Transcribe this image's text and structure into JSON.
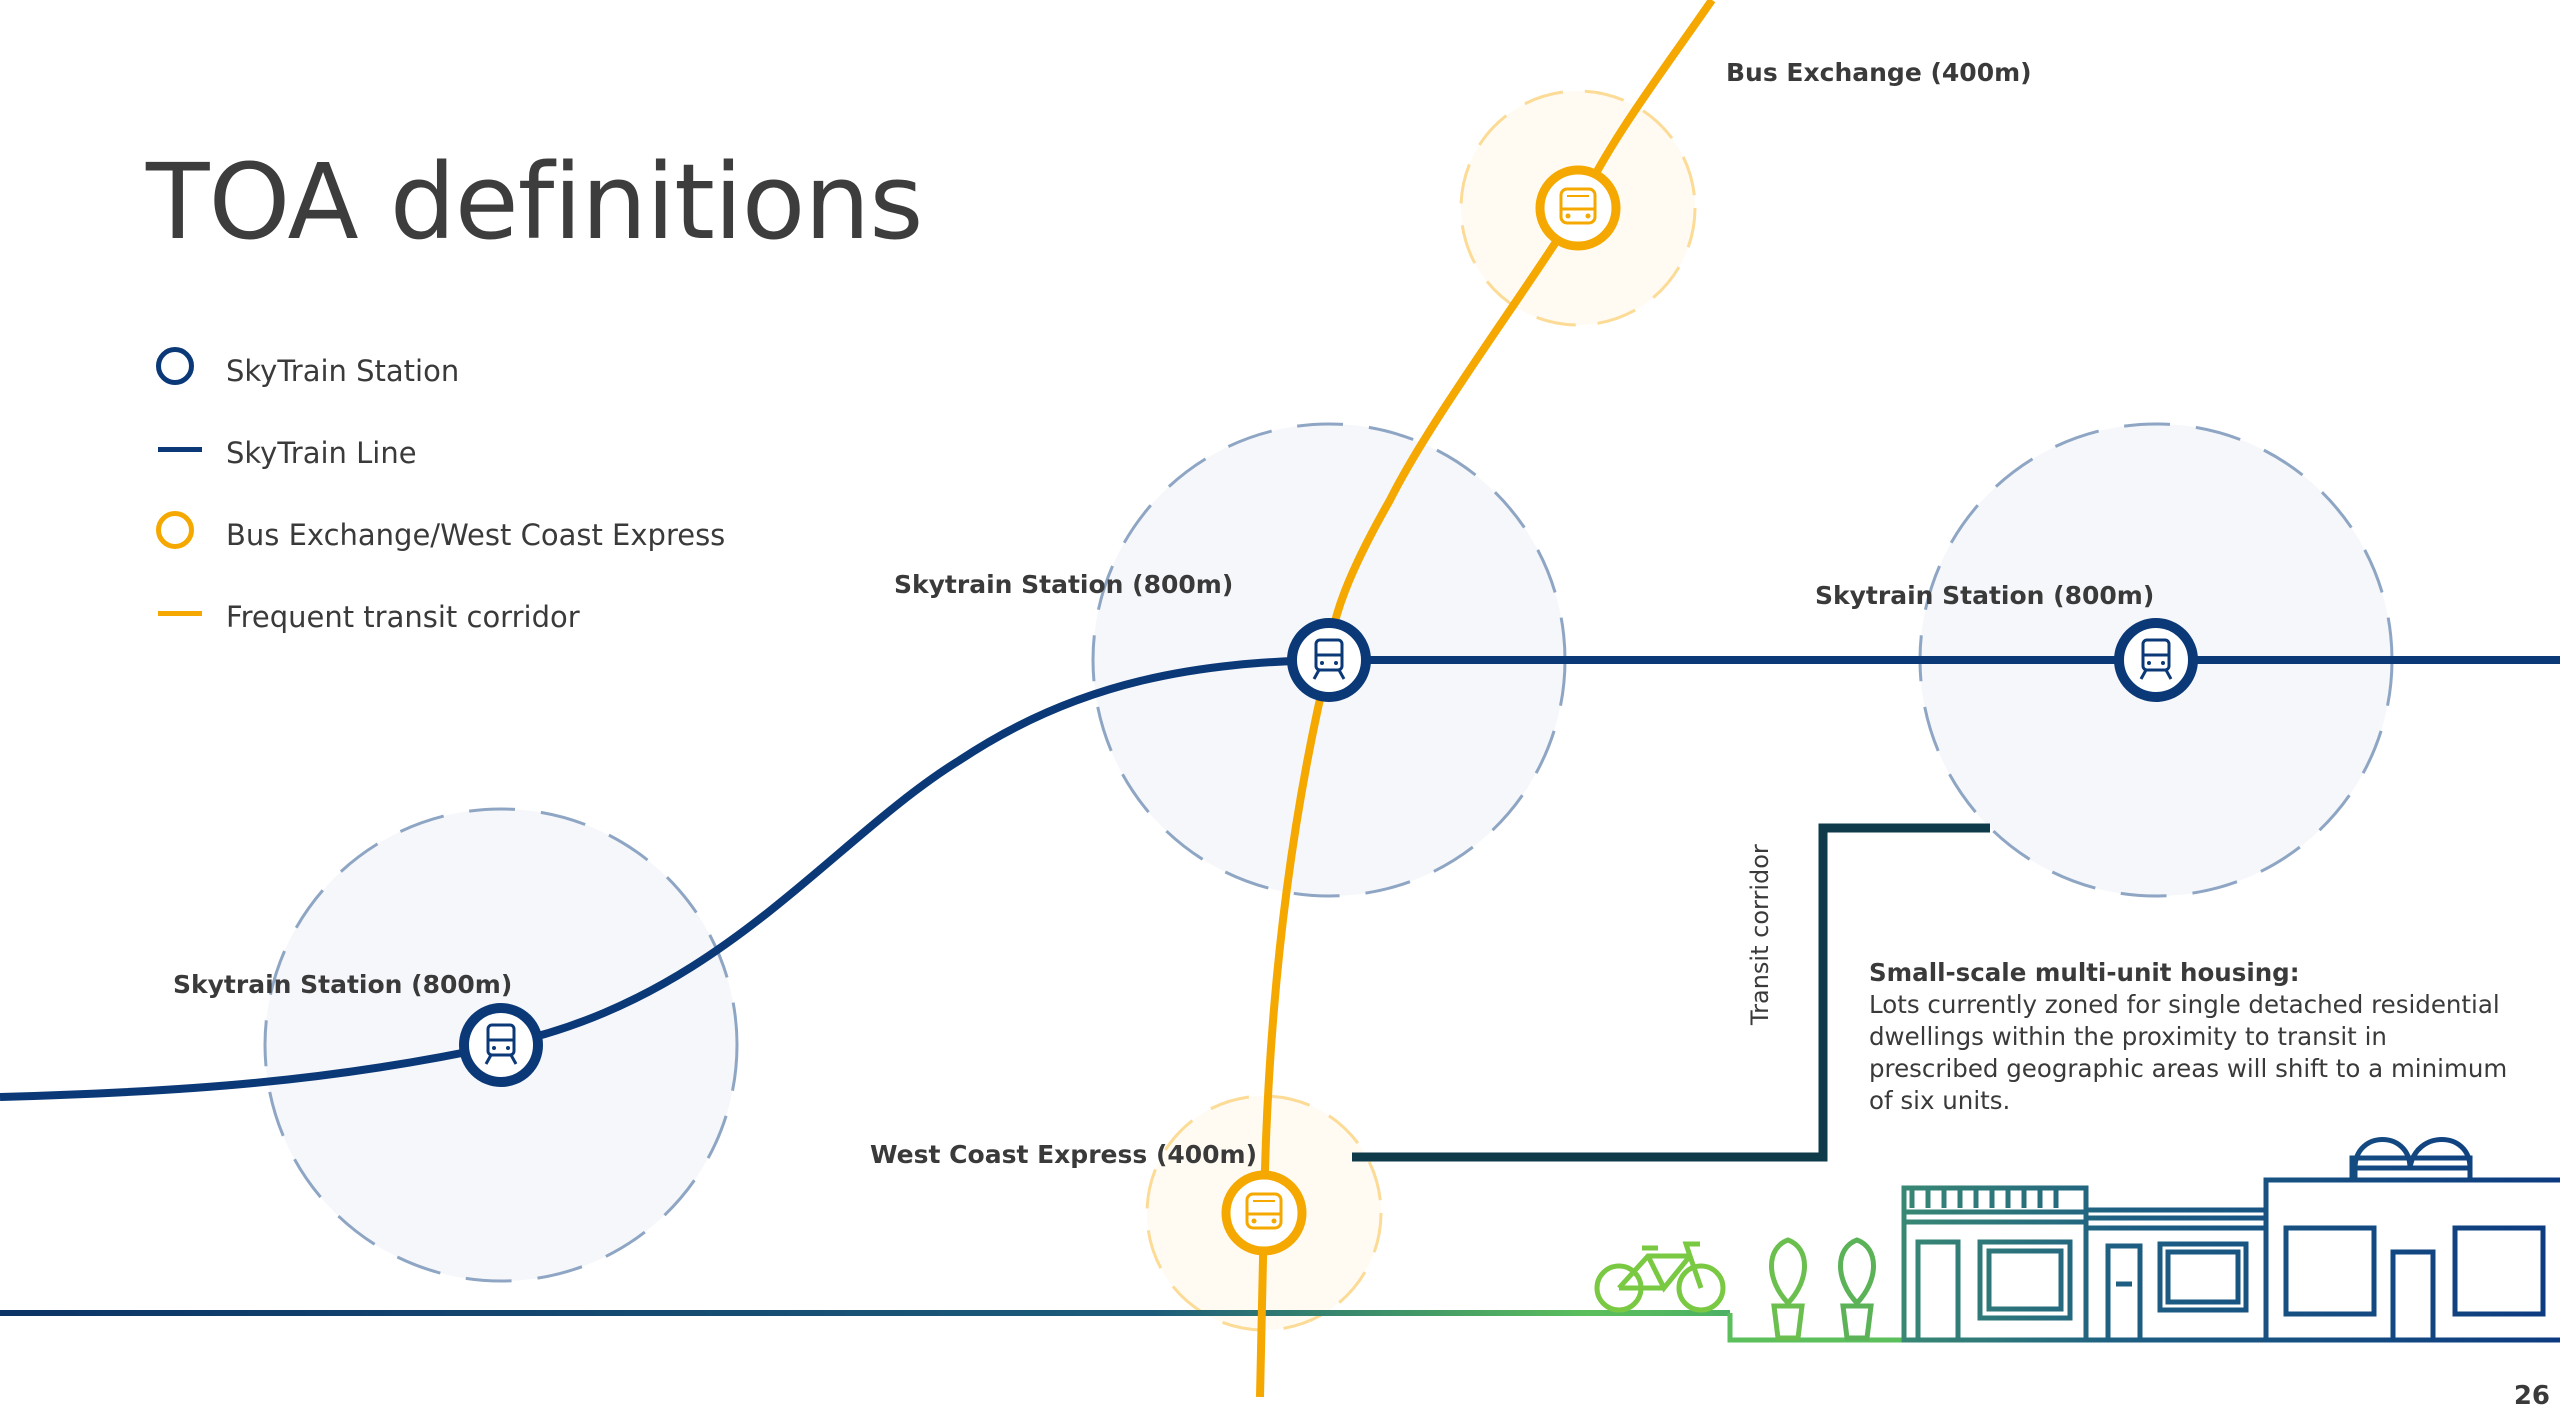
{
  "title": "TOA definitions",
  "legend": [
    {
      "label": "SkyTrain Station",
      "icon": "skytrain-station-circle-icon"
    },
    {
      "label": "SkyTrain Line",
      "icon": "skytrain-line-icon"
    },
    {
      "label": "Bus Exchange/West Coast Express",
      "icon": "bus-exchange-circle-icon"
    },
    {
      "label": "Frequent transit corridor",
      "icon": "transit-corridor-line-icon"
    }
  ],
  "map_labels": {
    "bus_exchange": "Bus Exchange (400m)",
    "skytrain_center": "Skytrain Station (800m)",
    "skytrain_right": "Skytrain Station (800m)",
    "skytrain_left": "Skytrain Station (800m)",
    "west_coast_express": "West Coast Express (400m)",
    "transit_corridor": "Transit corridor"
  },
  "description": {
    "title": "Small-scale multi-unit housing:",
    "text": "Lots currently zoned for single detached residential dwellings within the proximity to transit in prescribed geographic areas will shift to a minimum of six units."
  },
  "page_number": "26",
  "colors": {
    "skytrain": "#0b3978",
    "bus": "#f5a800",
    "buffer_fill": "#f5f7fa",
    "buffer_stroke": "#8ea6c4",
    "corridor_bracket": "#0e3a4a",
    "ground_gradient_start": "#0b3978",
    "ground_gradient_end": "#7ac943"
  }
}
